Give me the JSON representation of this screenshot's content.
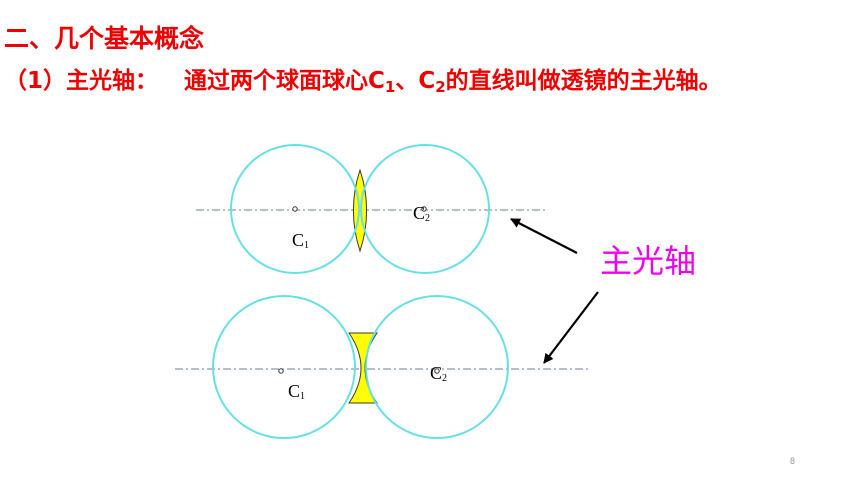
{
  "heading": "二、几个基本概念",
  "definition": {
    "label": "（1）主光轴：",
    "text_before": "通过两个球面球心C",
    "sub1": "1",
    "sep": "、C",
    "sub2": "2",
    "text_after": "的直线叫做透镜的主光轴。"
  },
  "diagram": {
    "convex": {
      "center1_label": "C",
      "center1_sub": "1",
      "center2_label": "C",
      "center2_sub": "2"
    },
    "concave": {
      "center1_label": "C",
      "center1_sub": "1",
      "center2_label": "C",
      "center2_sub": "2"
    },
    "axis_label": "主光轴"
  },
  "page_number": "8",
  "colors": {
    "title_text": "#ee0000",
    "circle_stroke": "#66e0e6",
    "lens_fill": "#ffff00",
    "axis_label": "#ee00ee",
    "axis_line": "#6a7f94"
  }
}
